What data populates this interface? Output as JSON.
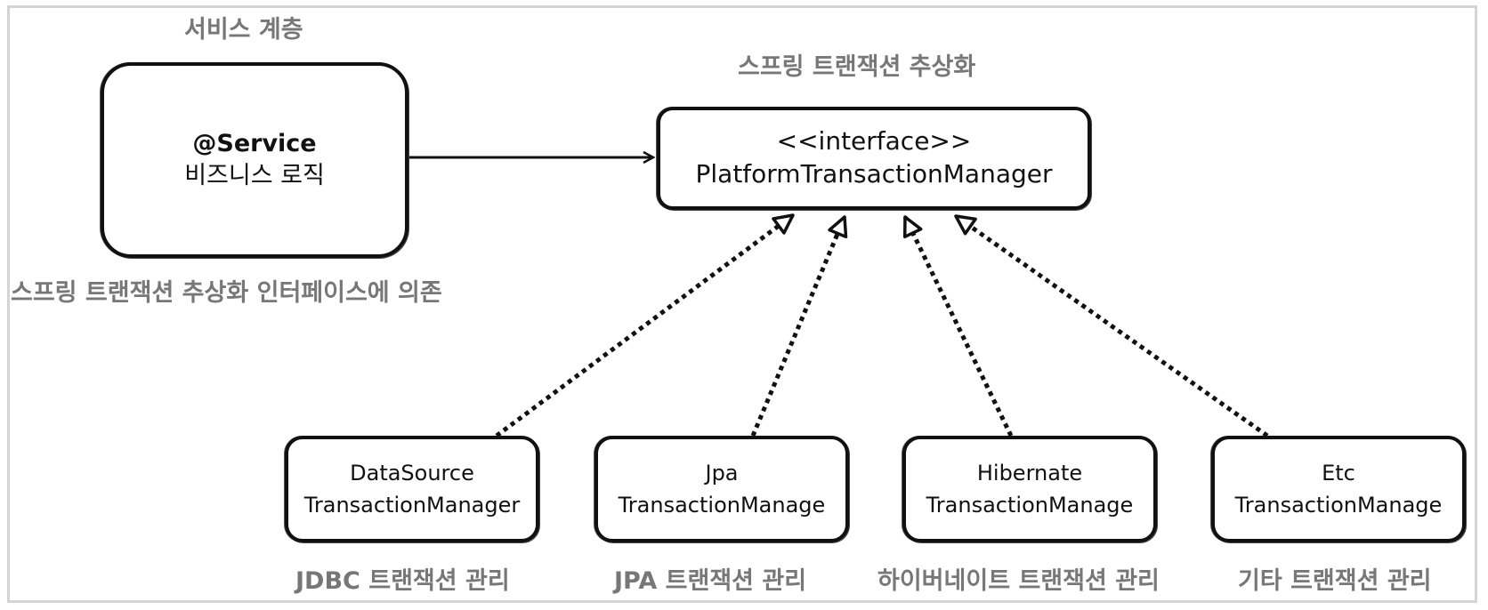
{
  "service_layer": {
    "heading": "서비스 계층",
    "box": {
      "line1": "@Service",
      "line2": "비즈니스 로직"
    },
    "dependency_note": "스프링 트랜잭션 추상화 인터페이스에 의존"
  },
  "abstraction": {
    "heading": "스프링 트랜잭션 추상화",
    "box": {
      "line1": "<<interface>>",
      "line2": "PlatformTransactionManager"
    }
  },
  "implementations": [
    {
      "line1": "DataSource",
      "line2": "TransactionManager",
      "caption": "JDBC 트랜잭션 관리"
    },
    {
      "line1": "Jpa",
      "line2": "TransactionManage",
      "caption": "JPA 트랜잭션 관리"
    },
    {
      "line1": "Hibernate",
      "line2": "TransactionManage",
      "caption": "하이버네이트 트랜잭션 관리"
    },
    {
      "line1": "Etc",
      "line2": "TransactionManage",
      "caption": "기타 트랜잭션 관리"
    }
  ],
  "colors": {
    "stroke": "#111111",
    "caption": "#777777",
    "frame": "#d4d4d4"
  }
}
